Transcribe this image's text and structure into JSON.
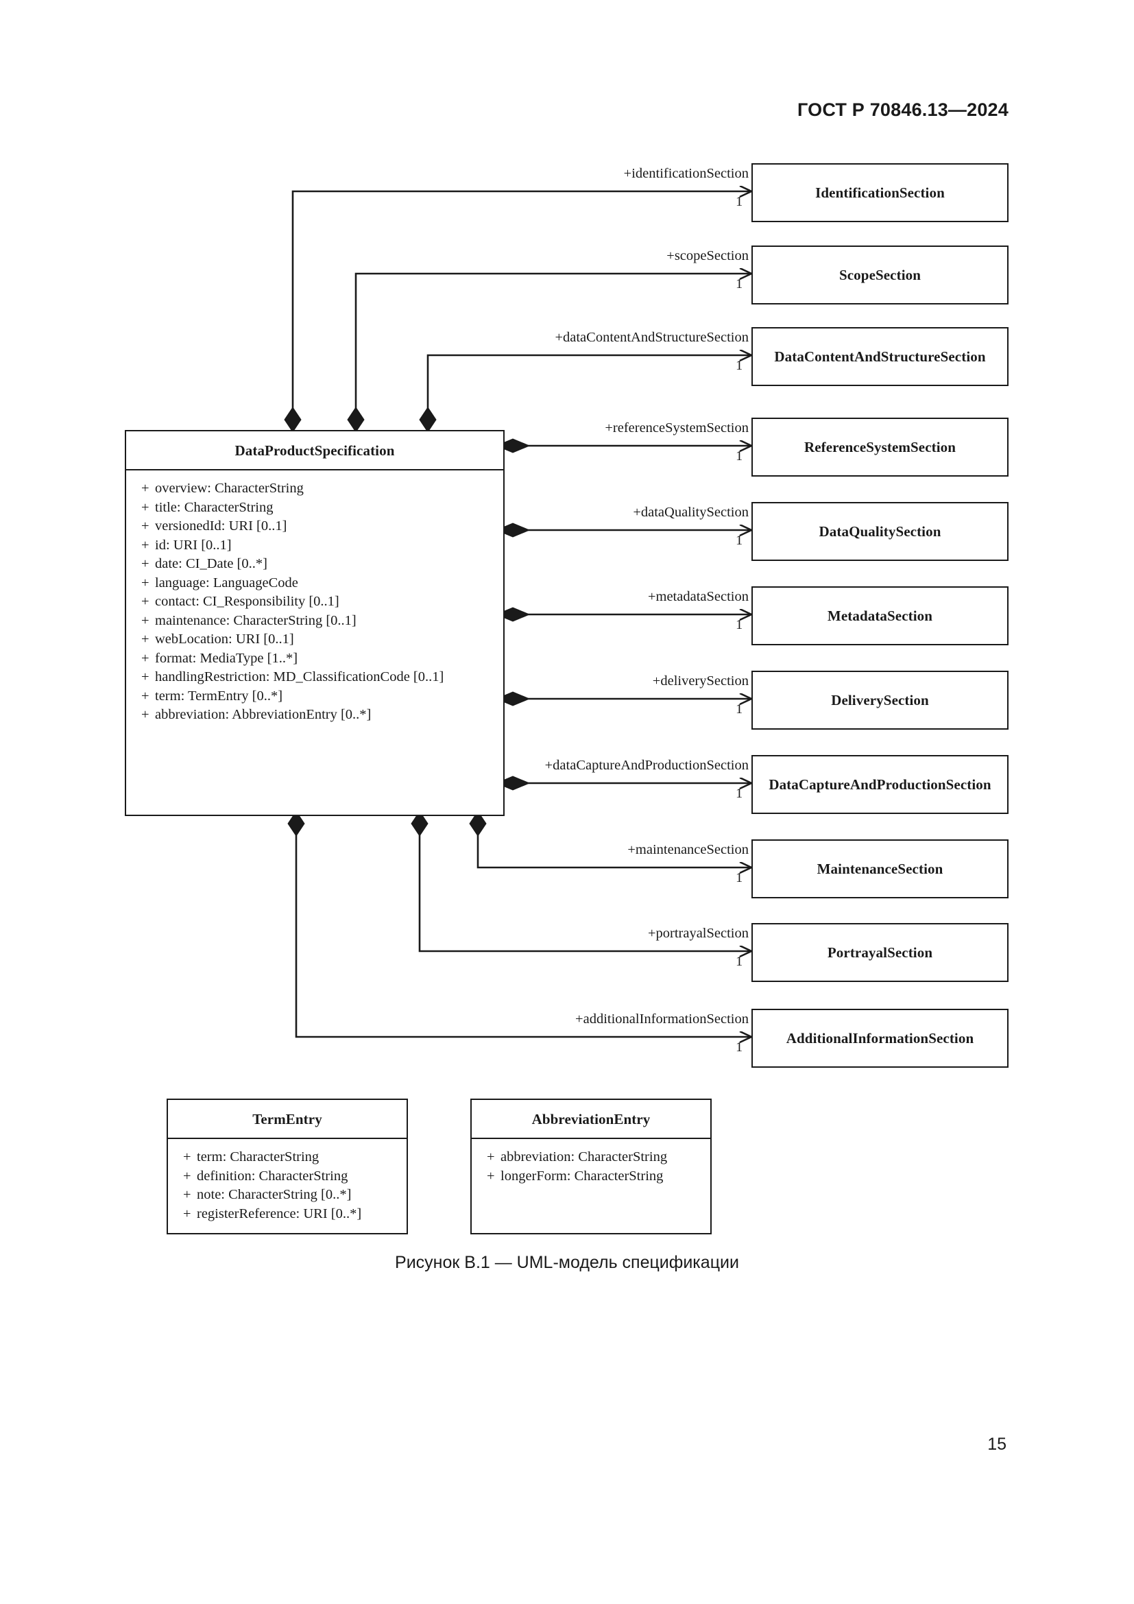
{
  "document": {
    "header": "ГОСТ Р 70846.13—2024",
    "page_number": "15",
    "figure_caption": "Рисунок В.1 — UML-модель спецификации"
  },
  "diagram": {
    "main_class": {
      "name": "DataProductSpecification",
      "attributes": [
        {
          "visibility": "+",
          "text": "overview: CharacterString"
        },
        {
          "visibility": "+",
          "text": "title: CharacterString"
        },
        {
          "visibility": "+",
          "text": "versionedId: URI [0..1]"
        },
        {
          "visibility": "+",
          "text": "id: URI [0..1]"
        },
        {
          "visibility": "+",
          "text": "date: CI_Date [0..*]"
        },
        {
          "visibility": "+",
          "text": "language: LanguageCode"
        },
        {
          "visibility": "+",
          "text": "contact: CI_Responsibility [0..1]"
        },
        {
          "visibility": "+",
          "text": "maintenance: CharacterString [0..1]"
        },
        {
          "visibility": "+",
          "text": "webLocation: URI [0..1]"
        },
        {
          "visibility": "+",
          "text": "format: MediaType [1..*]"
        },
        {
          "visibility": "+",
          "text": "handlingRestriction: MD_ClassificationCode [0..1]"
        },
        {
          "visibility": "+",
          "text": "term: TermEntry [0..*]"
        },
        {
          "visibility": "+",
          "text": "abbreviation: AbbreviationEntry [0..*]"
        }
      ]
    },
    "sections": [
      {
        "class_name": "IdentificationSection",
        "role": "+identificationSection",
        "multiplicity": "1"
      },
      {
        "class_name": "ScopeSection",
        "role": "+scopeSection",
        "multiplicity": "1"
      },
      {
        "class_name": "DataContentAndStructureSection",
        "role": "+dataContentAndStructureSection",
        "multiplicity": "1"
      },
      {
        "class_name": "ReferenceSystemSection",
        "role": "+referenceSystemSection",
        "multiplicity": "1"
      },
      {
        "class_name": "DataQualitySection",
        "role": "+dataQualitySection",
        "multiplicity": "1"
      },
      {
        "class_name": "MetadataSection",
        "role": "+metadataSection",
        "multiplicity": "1"
      },
      {
        "class_name": "DeliverySection",
        "role": "+deliverySection",
        "multiplicity": "1"
      },
      {
        "class_name": "DataCaptureAndProductionSection",
        "role": "+dataCaptureAndProductionSection",
        "multiplicity": "1"
      },
      {
        "class_name": "MaintenanceSection",
        "role": "+maintenanceSection",
        "multiplicity": "1"
      },
      {
        "class_name": "PortrayalSection",
        "role": "+portrayalSection",
        "multiplicity": "1"
      },
      {
        "class_name": "AdditionalInformationSection",
        "role": "+additionalInformationSection",
        "multiplicity": "1"
      }
    ],
    "term_entry": {
      "name": "TermEntry",
      "attributes": [
        {
          "visibility": "+",
          "text": "term: CharacterString"
        },
        {
          "visibility": "+",
          "text": "definition: CharacterString"
        },
        {
          "visibility": "+",
          "text": "note: CharacterString [0..*]"
        },
        {
          "visibility": "+",
          "text": "registerReference: URI [0..*]"
        }
      ]
    },
    "abbreviation_entry": {
      "name": "AbbreviationEntry",
      "attributes": [
        {
          "visibility": "+",
          "text": "abbreviation: CharacterString"
        },
        {
          "visibility": "+",
          "text": "longerForm: CharacterString"
        }
      ]
    },
    "colors": {
      "line": "#1a1a1a",
      "background": "#ffffff"
    }
  }
}
